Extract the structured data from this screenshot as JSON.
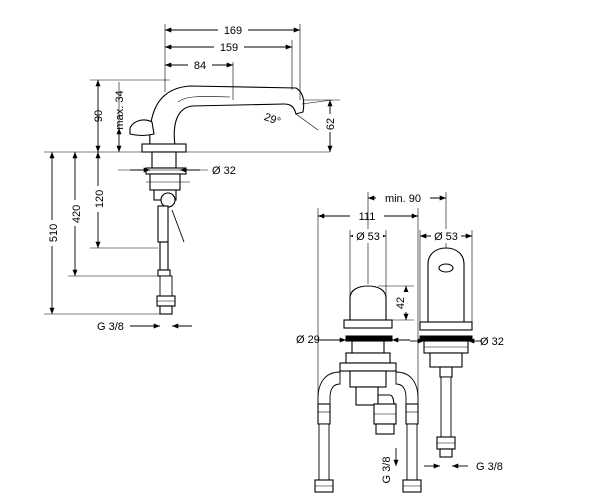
{
  "dimensions": {
    "d169": "169",
    "d159": "159",
    "d84": "84",
    "d90": "90",
    "max34": "max. 34",
    "angle29": "29°",
    "d62": "62",
    "d510": "510",
    "d420": "420",
    "d120": "120",
    "dia32_left": "Ø 32",
    "g38_left": "G 3/8",
    "min90": "min. 90",
    "d111": "111",
    "dia53_mid": "Ø 53",
    "dia53_right": "Ø 53",
    "d42": "42",
    "dia29": "Ø 29",
    "dia32_right": "Ø 32",
    "g38_mid": "G 3/8",
    "g38_right": "G 3/8"
  }
}
